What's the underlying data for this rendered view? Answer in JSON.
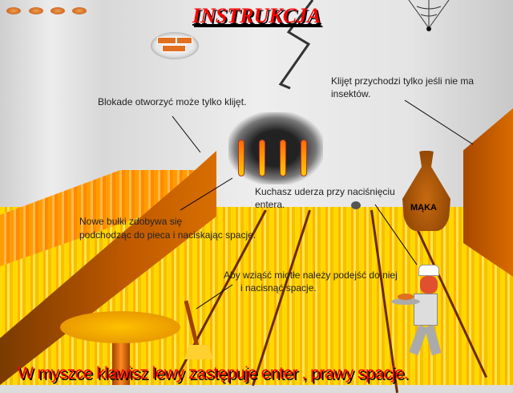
{
  "title": "INSTRUKCJA",
  "lives_icon": "bun-icon",
  "lives_count": 4,
  "hints": {
    "blockade": "Blokade otworzyć może tylko klijęt.",
    "client_line1": "Klijęt przychodzi tylko jeśli nie ma",
    "client_line2": "insektów.",
    "chef_line1": "Kuchasz uderza przy naciśnięciu",
    "chef_line2": "entera.",
    "buns_line1": "Nowe bułki zdobywa się",
    "buns_line2": "podchodząc do pieca i naciskając spacje.",
    "broom_line1": "Aby wziąść miotłe należy podejść do niej",
    "broom_line2": "i nacisnąć spacje."
  },
  "sack_label": "MĄKA",
  "footer": "W myszce klawisz lewy zastępuje enter , prawy spacje."
}
